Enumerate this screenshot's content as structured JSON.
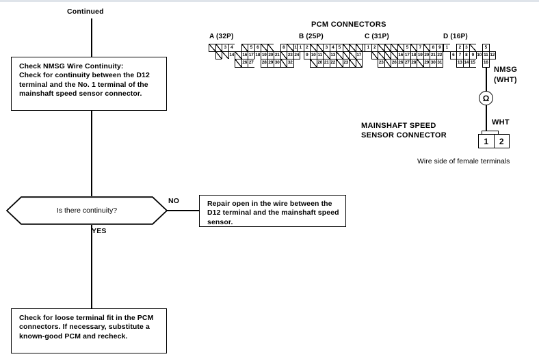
{
  "page": {
    "title": "Check NMSG Wire Continuity flowchart",
    "continued_label": "Continued"
  },
  "flow": {
    "step_box": {
      "heading": "Check NMSG Wire Continuity:",
      "body": "Check for continuity between the D12 terminal and the No. 1 terminal of the mainshaft speed sensor connector."
    },
    "decision": {
      "question": "Is there continuity?",
      "no_label": "NO",
      "yes_label": "YES"
    },
    "no_box": {
      "text": "Repair open in the wire between the D12 terminal and the mainshaft speed sensor."
    },
    "final_box": {
      "text": "Check for loose terminal fit in the PCM connectors. If necessary, substitute a known-good PCM and recheck."
    }
  },
  "diagram": {
    "title": "PCM CONNECTORS",
    "sensor_connector_label_line1": "MAINSHAFT SPEED",
    "sensor_connector_label_line2": "SENSOR CONNECTOR",
    "wire_label_line1": "NMSG",
    "wire_label_line2": "(WHT)",
    "wht_label": "WHT",
    "footnote": "Wire side of female terminals",
    "ohm_symbol": "Ω",
    "pin1": "1",
    "pin2": "2",
    "connectors": [
      {
        "name": "A (32P)",
        "label": "A (32P)",
        "rows": [
          [
            "x",
            "x",
            "3",
            "4",
            "",
            "x",
            "5",
            "6",
            "x",
            "x",
            "",
            "8",
            "x",
            "10",
            "x"
          ],
          [
            "x",
            "x",
            "14",
            "x",
            "16",
            "17",
            "18",
            "19",
            "20",
            "21",
            "x",
            "23",
            "24"
          ],
          [
            "",
            "",
            "x",
            "26",
            "27",
            "",
            "28",
            "29",
            "30",
            "x",
            "32"
          ]
        ]
      },
      {
        "name": "B (25P)",
        "label": "B (25P)",
        "rows": [
          [
            "1",
            "2",
            "x",
            "x",
            "3",
            "4",
            "5",
            "x",
            "x",
            "x",
            "8"
          ],
          [
            "9",
            "10",
            "11",
            "x",
            "13",
            "x",
            "x",
            "x",
            "17"
          ],
          [
            "x",
            "20",
            "21",
            "22",
            "x",
            "23",
            "x",
            "x"
          ]
        ]
      },
      {
        "name": "C (31P)",
        "label": "C (31P)",
        "rows": [
          [
            "1",
            "2",
            "x",
            "x",
            "x",
            "x",
            "5",
            "x",
            "7",
            "x",
            "8",
            "9"
          ],
          [
            "x",
            "x",
            "x",
            "x",
            "16",
            "17",
            "18",
            "19",
            "20",
            "21",
            "22"
          ],
          [
            "23",
            "x",
            "26",
            "26",
            "27",
            "28",
            "x",
            "29",
            "30",
            "31"
          ]
        ]
      },
      {
        "name": "D (16P)",
        "label": "D (16P)",
        "rows": [
          [
            "1",
            "",
            "2",
            "3",
            "x",
            "",
            "5"
          ],
          [
            "6",
            "7",
            "8",
            "9",
            "10",
            "11",
            "12"
          ],
          [
            "13",
            "14",
            "15",
            "",
            "16"
          ]
        ]
      }
    ]
  },
  "colors": {
    "ink": "#000000",
    "paper": "#ffffff",
    "header_band": "#dfe4ea"
  }
}
